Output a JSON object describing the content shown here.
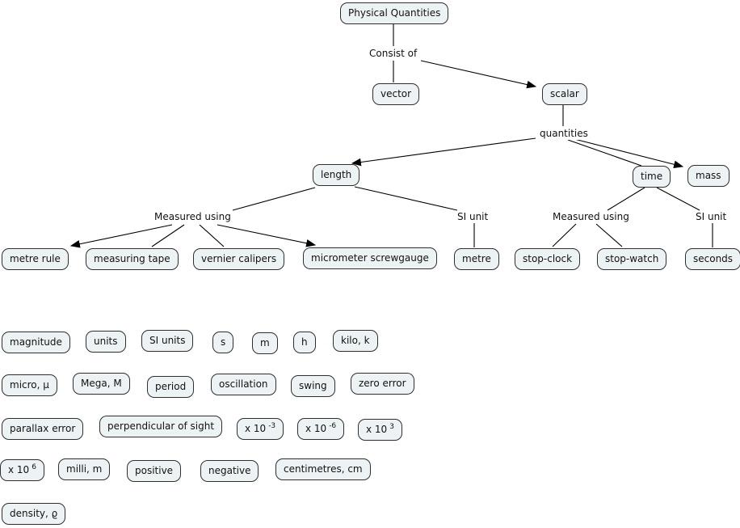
{
  "colors": {
    "background": "#ffffff",
    "node_fill": "#edf3f4",
    "node_border": "#2f2f2f",
    "line": "#000000",
    "text": "#111111"
  },
  "nodes": {
    "physical_quantities": "Physical Quantities",
    "vector": "vector",
    "scalar": "scalar",
    "length": "length",
    "time": "time",
    "mass": "mass",
    "metre_rule": "metre rule",
    "measuring_tape": "measuring tape",
    "vernier_calipers": "vernier calipers",
    "micrometer_screwgauge": "micrometer screwgauge",
    "metre": "metre",
    "stop_clock": "stop-clock",
    "stop_watch": "stop-watch",
    "seconds": "seconds"
  },
  "links": {
    "consist_of": "Consist of",
    "quantities": "quantities",
    "measured_using_length": "Measured using",
    "si_unit_length": "SI unit",
    "measured_using_time": "Measured using",
    "si_unit_time": "SI unit"
  },
  "floating": {
    "magnitude": "magnitude",
    "units": "units",
    "si_units": "SI units",
    "s": "s",
    "m": "m",
    "h": "h",
    "kilo_k": "kilo, k",
    "micro_mu": "micro, μ",
    "mega_m": "Mega, M",
    "period": "period",
    "oscillation": "oscillation",
    "swing": "swing",
    "zero_error": "zero error",
    "parallax_error": "parallax error",
    "perpendicular_of_sight": "perpendicular of sight",
    "exp_minus_3": {
      "base": "x 10",
      "sup": "-3"
    },
    "exp_minus_6": {
      "base": "x 10",
      "sup": "-6"
    },
    "exp_3": {
      "base": "x 10",
      "sup": "3"
    },
    "exp_6": {
      "base": "x 10",
      "sup": "6"
    },
    "milli_m": "milli, m",
    "positive": "positive",
    "negative": "negative",
    "centimetres_cm": "centimetres, cm",
    "density_rho": "density, ϱ"
  }
}
